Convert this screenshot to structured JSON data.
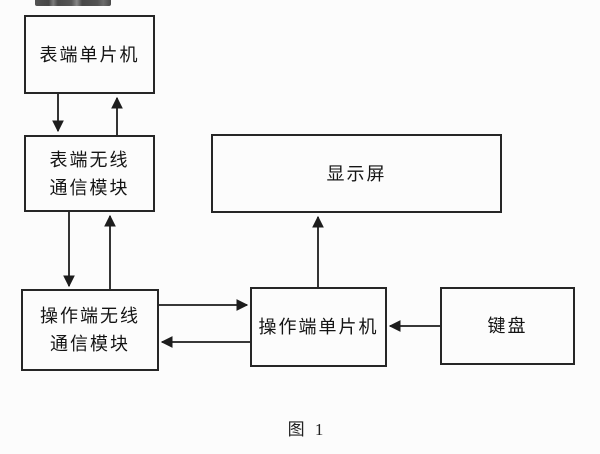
{
  "figure": {
    "caption": "图 1",
    "type": "block-diagram"
  },
  "blocks": {
    "meter_mcu": {
      "label": "表端单片机"
    },
    "meter_wireless": {
      "label": "表端无线\n通信模块"
    },
    "op_wireless": {
      "label": "操作端无线\n通信模块"
    },
    "op_mcu": {
      "label": "操作端单片机"
    },
    "display": {
      "label": "显示屏"
    },
    "keyboard": {
      "label": "键盘"
    }
  },
  "edges": [
    {
      "from": "meter_mcu",
      "to": "meter_wireless",
      "direction": "down"
    },
    {
      "from": "meter_wireless",
      "to": "meter_mcu",
      "direction": "up"
    },
    {
      "from": "meter_wireless",
      "to": "op_wireless",
      "direction": "down"
    },
    {
      "from": "op_wireless",
      "to": "meter_wireless",
      "direction": "up"
    },
    {
      "from": "op_wireless",
      "to": "op_mcu",
      "direction": "right"
    },
    {
      "from": "op_mcu",
      "to": "op_wireless",
      "direction": "left"
    },
    {
      "from": "keyboard",
      "to": "op_mcu",
      "direction": "left"
    },
    {
      "from": "op_mcu",
      "to": "display",
      "direction": "up"
    }
  ],
  "colors": {
    "line": "#1d1d1d",
    "text": "#141414",
    "background": "#fcfcfc"
  }
}
